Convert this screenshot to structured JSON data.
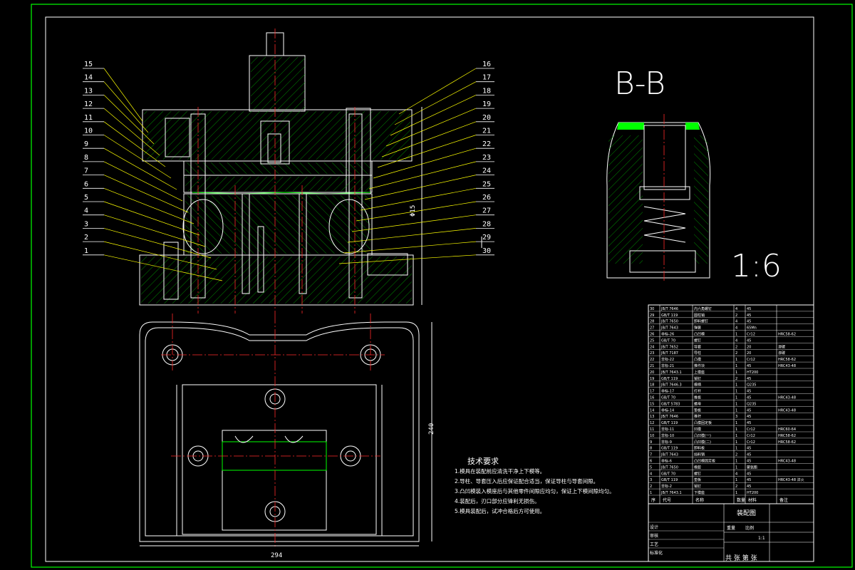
{
  "colors": {
    "frame": "#00ff00",
    "line": "#ffffff",
    "leader": "#ffff00",
    "center": "#ff2a2a",
    "hatch": "#00c000"
  },
  "section_title": "B-B",
  "scale": "1:6",
  "left_labels": [
    "15",
    "14",
    "13",
    "12",
    "11",
    "10",
    "9",
    "8",
    "7",
    "6",
    "5",
    "4",
    "3",
    "2",
    "1"
  ],
  "right_labels": [
    "16",
    "17",
    "18",
    "19",
    "20",
    "21",
    "22",
    "23",
    "24",
    "25",
    "26",
    "27",
    "28",
    "29",
    "30"
  ],
  "dims": {
    "height": "Φ15",
    "width": "294",
    "depth": "240"
  },
  "tech": {
    "title": "技术要求",
    "items": [
      "1.模具在装配前应清洗干净上下模等。",
      "2.导柱、导套压入后应保证配合适当，保证导柱与导套间隙。",
      "3.凸凹模装入模座后与其他零件间隙应均匀，保证上下模间隙均匀。",
      "4.装配后，刃口部分应锋利无损伤。",
      "5.模具装配后，试冲合格后方可使用。"
    ]
  },
  "bom": {
    "rows": [
      {
        "no": "30",
        "code": "JB/T 7646",
        "name": "内六角螺钉",
        "qty": "4",
        "mat": "45",
        "note": ""
      },
      {
        "no": "29",
        "code": "GB/T 119",
        "name": "圆柱销",
        "qty": "2",
        "mat": "45",
        "note": ""
      },
      {
        "no": "28",
        "code": "JB/T 7650",
        "name": "卸料螺钉",
        "qty": "4",
        "mat": "45",
        "note": ""
      },
      {
        "no": "27",
        "code": "JB/T 7643",
        "name": "弹簧",
        "qty": "4",
        "mat": "65Mn",
        "note": ""
      },
      {
        "no": "26",
        "code": "非标-26",
        "name": "凸凹模",
        "qty": "1",
        "mat": "Cr12",
        "note": "HRC58-62"
      },
      {
        "no": "25",
        "code": "GB/T 70",
        "name": "螺钉",
        "qty": "4",
        "mat": "45",
        "note": ""
      },
      {
        "no": "24",
        "code": "JB/T 7652",
        "name": "导套",
        "qty": "2",
        "mat": "20",
        "note": "渗碳"
      },
      {
        "no": "23",
        "code": "JB/T 7187",
        "name": "导柱",
        "qty": "2",
        "mat": "20",
        "note": "渗碳"
      },
      {
        "no": "22",
        "code": "非标-22",
        "name": "凸模",
        "qty": "1",
        "mat": "Cr12",
        "note": "HRC58-62"
      },
      {
        "no": "21",
        "code": "非标-21",
        "name": "推件块",
        "qty": "1",
        "mat": "45",
        "note": "HRC43-48"
      },
      {
        "no": "20",
        "code": "JB/T 7643.1",
        "name": "上模座",
        "qty": "1",
        "mat": "HT200",
        "note": ""
      },
      {
        "no": "19",
        "code": "GB/T 119",
        "name": "销钉",
        "qty": "2",
        "mat": "45",
        "note": ""
      },
      {
        "no": "18",
        "code": "JB/T 7646.3",
        "name": "模柄",
        "qty": "1",
        "mat": "Q235",
        "note": ""
      },
      {
        "no": "17",
        "code": "非标-17",
        "name": "打杆",
        "qty": "1",
        "mat": "45",
        "note": ""
      },
      {
        "no": "16",
        "code": "GB/T 70",
        "name": "推板",
        "qty": "1",
        "mat": "45",
        "note": "HRC43-48"
      },
      {
        "no": "15",
        "code": "GB/T 5783",
        "name": "螺母",
        "qty": "1",
        "mat": "Q235",
        "note": ""
      },
      {
        "no": "14",
        "code": "非标-14",
        "name": "垫板",
        "qty": "1",
        "mat": "45",
        "note": "HRC43-48"
      },
      {
        "no": "13",
        "code": "JB/T 7646",
        "name": "推杆",
        "qty": "3",
        "mat": "45",
        "note": ""
      },
      {
        "no": "12",
        "code": "GB/T 119",
        "name": "凸模固定板",
        "qty": "1",
        "mat": "45",
        "note": ""
      },
      {
        "no": "11",
        "code": "非标-11",
        "name": "凹模",
        "qty": "1",
        "mat": "Cr12",
        "note": "HRC60-64"
      },
      {
        "no": "10",
        "code": "非标-10",
        "name": "凸凹模(一)",
        "qty": "1",
        "mat": "Cr12",
        "note": "HRC58-62"
      },
      {
        "no": "9",
        "code": "非标-9",
        "name": "凸凹模(二)",
        "qty": "1",
        "mat": "Cr12",
        "note": "HRC58-62"
      },
      {
        "no": "8",
        "code": "GB/T 119",
        "name": "卸料板",
        "qty": "1",
        "mat": "45",
        "note": ""
      },
      {
        "no": "7",
        "code": "JB/T 7643",
        "name": "挡料销",
        "qty": "2",
        "mat": "45",
        "note": ""
      },
      {
        "no": "6",
        "code": "非标-6",
        "name": "凸凹模固定板",
        "qty": "1",
        "mat": "45",
        "note": "HRC43-48"
      },
      {
        "no": "5",
        "code": "JB/T 7650",
        "name": "橡胶",
        "qty": "1",
        "mat": "聚氨酯",
        "note": ""
      },
      {
        "no": "4",
        "code": "GB/T 70",
        "name": "螺钉",
        "qty": "4",
        "mat": "45",
        "note": ""
      },
      {
        "no": "3",
        "code": "GB/T 119",
        "name": "垫板",
        "qty": "1",
        "mat": "45",
        "note": "HRC43-48 淬火"
      },
      {
        "no": "2",
        "code": "非标-2",
        "name": "销钉",
        "qty": "2",
        "mat": "45",
        "note": ""
      },
      {
        "no": "1",
        "code": "JB/T 7643.1",
        "name": "下模座",
        "qty": "1",
        "mat": "HT200",
        "note": ""
      }
    ],
    "header": {
      "no": "序",
      "code": "代号",
      "name": "名称",
      "qty": "数量",
      "mat": "材料",
      "note": "备注"
    },
    "title": "装配图",
    "sheet": "共 张 第 张",
    "scale_cell": "1:1",
    "label_design": "设计",
    "label_check": "审核",
    "label_process": "工艺",
    "label_std": "标准化",
    "label_weight": "重量",
    "label_ratio": "比例"
  }
}
